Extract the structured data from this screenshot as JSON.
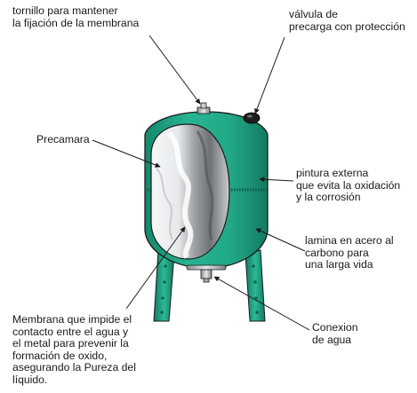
{
  "labels": {
    "tornillo": "tornillo para mantener\nla fijación de la membrana",
    "valvula": "válvula de\nprecarga con protección",
    "precamara": "Precamara",
    "pintura": "pintura externa\nque evita la oxidación\ny la corrosión",
    "lamina": "lamina en acero al\ncarbono para\nuna larga vida",
    "membrana": "Membrana que impide el\ncontacto entre el agua y\nel metal para prevenir la\nformación de oxido,\nasegurando la Pureza del\nlíquido.",
    "conexion": "Conexion\nde agua"
  },
  "colors": {
    "tank_green": "#22aa8a",
    "tank_dark": "#137a62",
    "membrane_light": "#f2f3f4",
    "membrane_mid": "#b8bbbe",
    "membrane_dark": "#6f7275",
    "outline": "#1a1a1a"
  }
}
